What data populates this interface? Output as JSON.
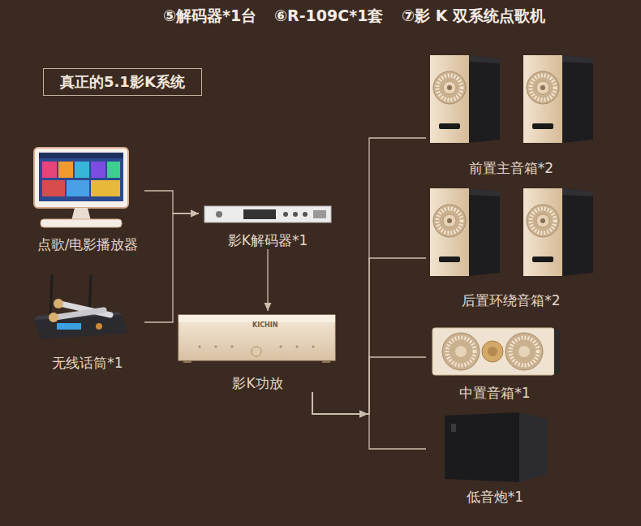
{
  "diagram": {
    "title": "真正的5.1影K系统",
    "nodes": [
      {
        "text": [
          "点歌/电影播放器"
        ]
      },
      {
        "text": [
          "无线话筒*1"
        ]
      },
      {
        "text": [
          "影K解码器*1"
        ]
      },
      {
        "text": [
          "影K功放"
        ]
      },
      {
        "text": [
          "前置主音箱*2"
        ]
      },
      {
        "text": [
          "后置环绕音箱*2"
        ]
      },
      {
        "text": [
          "中置音箱*1"
        ]
      },
      {
        "text": [
          "低音炮*1"
        ]
      }
    ],
    "edges": [
      {
        "from": 0,
        "to": 2,
        "arrow": "to"
      },
      {
        "from": 1,
        "to": 2,
        "arrow": "to"
      },
      {
        "from": 2,
        "to": 3,
        "arrow": "to"
      },
      {
        "from": 3,
        "to": 4,
        "arrow": "to"
      },
      {
        "from": 3,
        "to": 5,
        "arrow": "to"
      },
      {
        "from": 3,
        "to": 6,
        "arrow": "to"
      },
      {
        "from": 3,
        "to": 7,
        "arrow": "to"
      }
    ],
    "labels": [
      "⑤解码器*1台",
      "⑥R-109C*1套",
      "⑦影 K 双系统点歌机",
      "KICHIN"
    ]
  }
}
